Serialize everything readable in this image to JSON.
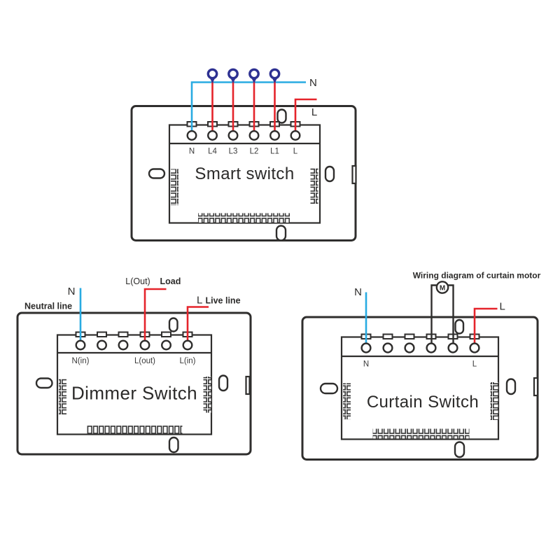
{
  "colors": {
    "neutral_wire": "#29ABE2",
    "live_wire": "#E5242B",
    "connector": "#2E3192",
    "outline": "#333333",
    "text": "#2B2A29"
  },
  "smart_switch": {
    "title": "Smart switch",
    "terminals": [
      "N",
      "L4",
      "L3",
      "L2",
      "L1",
      "L"
    ],
    "neutral_label": "N",
    "live_label": "L"
  },
  "dimmer_switch": {
    "title": "Dimmer Switch",
    "terminals": [
      "N(in)",
      "L(out)",
      "L(in)"
    ],
    "neutral_label": "N",
    "neutral_line_label": "Neutral line",
    "load_wire_label": "L(Out)",
    "load_label": "Load",
    "live_label": "L",
    "live_line_label": "Live line"
  },
  "curtain_switch": {
    "title": "Curtain Switch",
    "heading": "Wiring diagram of curtain motor",
    "motor_label": "M",
    "terminals": [
      "N",
      "L"
    ],
    "neutral_label": "N",
    "live_label": "L"
  }
}
